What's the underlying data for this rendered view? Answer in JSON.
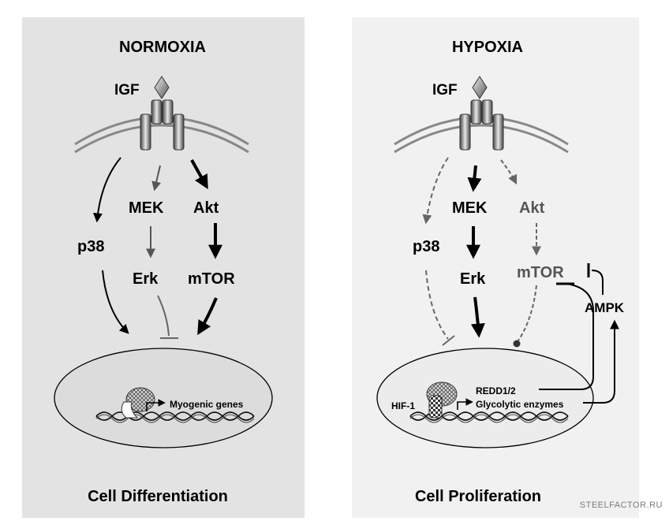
{
  "normoxia": {
    "title": "NORMOXIA",
    "ligand": "IGF",
    "mek": "MEK",
    "akt": "Akt",
    "p38": "p38",
    "erk": "Erk",
    "mtor": "mTOR",
    "gene_label": "Myogenic genes",
    "outcome": "Cell Differentiation"
  },
  "hypoxia": {
    "title": "HYPOXIA",
    "ligand": "IGF",
    "mek": "MEK",
    "akt": "Akt",
    "p38": "p38",
    "erk": "Erk",
    "mtor": "mTOR",
    "ampk": "AMPK",
    "hif": "HIF-1",
    "redd": "REDD1/2",
    "glyco": "Glycolytic enzymes",
    "outcome": "Cell Proliferation"
  },
  "watermark": "STEELFACTOR.RU",
  "colors": {
    "left_panel_bg": "#e3e3e3",
    "right_panel_bg": "#f1f1f1",
    "strong_arrow": "#000000",
    "weak_arrow": "#555555"
  }
}
